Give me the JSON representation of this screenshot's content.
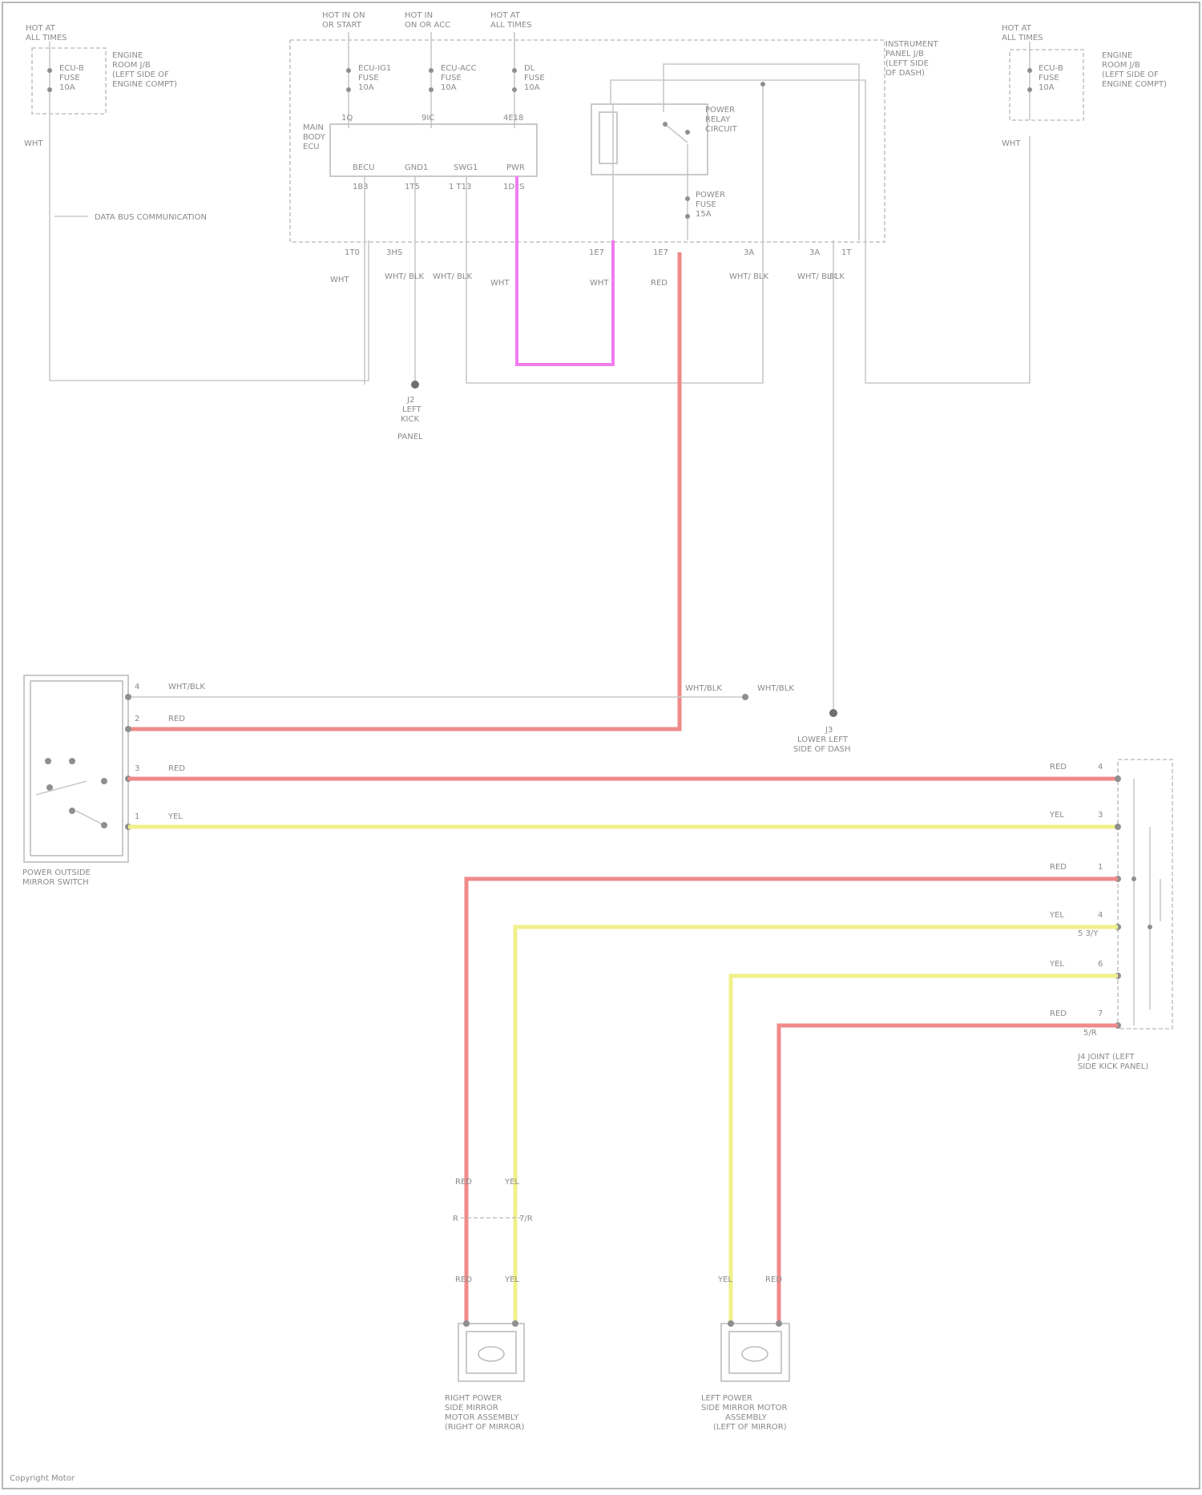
{
  "diagram": {
    "title": "",
    "colors": {
      "red_wire": "#f08a8a",
      "yellow_wire": "#f0f08a",
      "pink_wire": "#f07cf0",
      "gray_wire": "#c9c9c9",
      "outline": "#b8b8b8"
    },
    "hot_labels": {
      "top_left": [
        "HOT AT",
        "ALL TIMES"
      ],
      "fuse_a": [
        "HOT IN ON",
        "OR START"
      ],
      "fuse_b": [
        "HOT IN",
        "ON OR ACC"
      ],
      "fuse_c": [
        "HOT AT",
        "ALL TIMES"
      ],
      "top_right": [
        "HOT AT",
        "ALL TIMES"
      ]
    },
    "fuses": {
      "left_fuse": [
        "ECU-B",
        "FUSE",
        "10A"
      ],
      "fuse_a": [
        "ECU-IG1",
        "FUSE",
        "10A"
      ],
      "fuse_b": [
        "ECU-ACC",
        "FUSE",
        "10A"
      ],
      "fuse_c": [
        "DL",
        "FUSE",
        "10A"
      ],
      "right_fuse": [
        "ECU-B",
        "FUSE",
        "10A"
      ],
      "power_fuse": [
        "POWER",
        "FUSE",
        "15A"
      ]
    },
    "left_box_label": [
      "ENGINE",
      "ROOM J/B",
      "(LEFT SIDE OF",
      "ENGINE COMPT)"
    ],
    "right_box_label": [
      "ENGINE",
      "ROOM J/B",
      "(LEFT SIDE OF",
      "ENGINE COMPT)"
    ],
    "ip_panel_label": [
      "INSTRUMENT",
      "PANEL J/B",
      "(LEFT SIDE",
      "OF DASH)"
    ],
    "ecu_label": [
      "MAIN",
      "BODY",
      "ECU"
    ],
    "relay_label": [
      "POWER",
      "RELAY",
      "CIRCUIT"
    ],
    "top_connectors": [
      "1Q",
      "9IC",
      "4E18"
    ],
    "ecu_pins": [
      "BECU",
      "GND1",
      "SWG1",
      "PWR"
    ],
    "ecu_pin_codes": [
      "1B3",
      "1T5",
      "1 T13",
      "1D2S"
    ],
    "comm_note": "DATA BUS COMMUNICATION",
    "bottom_connectors": [
      "1T0",
      "3HS",
      "1E7",
      "1E7",
      "3A",
      "3A",
      "1T"
    ],
    "wire_colors_top": [
      "WHT",
      "WHT/\nBLK",
      "WHT/\nBLK",
      "WHT",
      "WHT",
      "RED",
      "WHT/\nBLK",
      "WHT/\nBLK",
      "BLK"
    ],
    "ground_mid": [
      "J2",
      "LEFT",
      "KICK",
      "PANEL"
    ],
    "ground_right": [
      "J3",
      "LOWER LEFT",
      "SIDE OF DASH"
    ],
    "switch_label": [
      "POWER OUTSIDE",
      "MIRROR SWITCH"
    ],
    "switch_pins": [
      "4",
      "2",
      "3",
      "1"
    ],
    "switch_wires": [
      "WHT/BLK",
      "RED",
      "RED",
      "YEL"
    ],
    "junction_label": "WHT/BLK",
    "right_connector_label": [
      "J4 JOINT (LEFT",
      "SIDE KICK PANEL)"
    ],
    "right_pins": [
      "4",
      "3",
      "1",
      "4",
      "6",
      "7"
    ],
    "right_wires": [
      "RED",
      "YEL",
      "RED",
      "YEL",
      "YEL",
      "RED"
    ],
    "right_extra": [
      "5 3/Y",
      "5/R"
    ],
    "mirror_left": [
      "RIGHT POWER",
      "SIDE MIRROR",
      "MOTOR ASSEMBLY",
      "(RIGHT OF MIRROR)"
    ],
    "mirror_right": [
      "LEFT POWER",
      "SIDE MIRROR MOTOR",
      "ASSEMBLY",
      "(LEFT OF MIRROR)"
    ],
    "mirror_wire_labels": [
      "RED",
      "YEL",
      "RED",
      "YEL",
      "YEL",
      "RED"
    ],
    "mirror_mid_labels": [
      "R",
      "7/R"
    ],
    "footer": "Copyright Motor"
  }
}
